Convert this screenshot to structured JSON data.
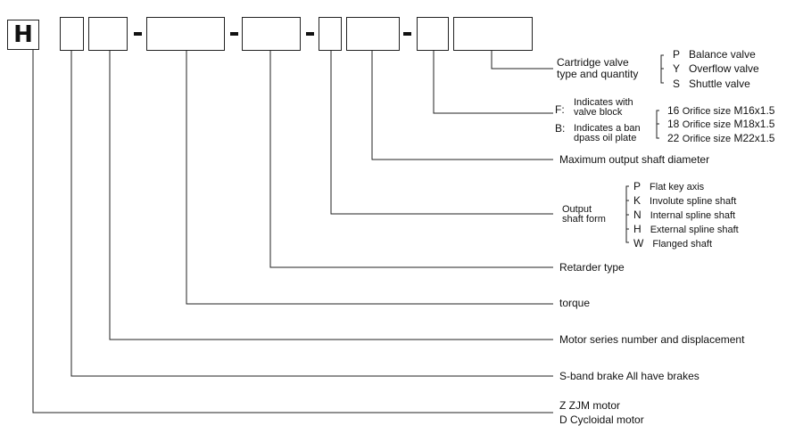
{
  "code_boxes": {
    "h": "H"
  },
  "labels": {
    "cartridge_valve": [
      "Cartridge valve",
      "type and quantity"
    ],
    "valve_options": [
      {
        "code": "P",
        "text": "Balance valve"
      },
      {
        "code": "Y",
        "text": "Overflow valve"
      },
      {
        "code": "S",
        "text": "Shuttle valve"
      }
    ],
    "block": {
      "f_code": "F:",
      "f_text": [
        "Indicates with",
        "valve block"
      ],
      "b_code": "B:",
      "b_text": [
        "Indicates a ban",
        "dpass oil plate"
      ]
    },
    "orifice_options": [
      {
        "code": "16",
        "text": "Orifice size",
        "size": "M16x1.5"
      },
      {
        "code": "18",
        "text": "Orifice size",
        "size": "M18x1.5"
      },
      {
        "code": "22",
        "text": "Orifice size",
        "size": "M22x1.5"
      }
    ],
    "max_shaft": "Maximum output shaft diameter",
    "output_shaft": [
      "Output",
      "shaft form"
    ],
    "shaft_options": [
      {
        "code": "P",
        "text": "Flat key axis"
      },
      {
        "code": "K",
        "text": "Involute spline shaft"
      },
      {
        "code": "N",
        "text": "Internal spline shaft"
      },
      {
        "code": "H",
        "text": "External spline shaft"
      },
      {
        "code": "W",
        "text": "Flanged shaft"
      }
    ],
    "retarder": "Retarder type",
    "torque": "torque",
    "motor_series": "Motor series number and displacement",
    "brake": "S-band brake All have brakes",
    "motor_type": [
      "Z  ZJM motor",
      "D Cycloidal motor"
    ]
  }
}
